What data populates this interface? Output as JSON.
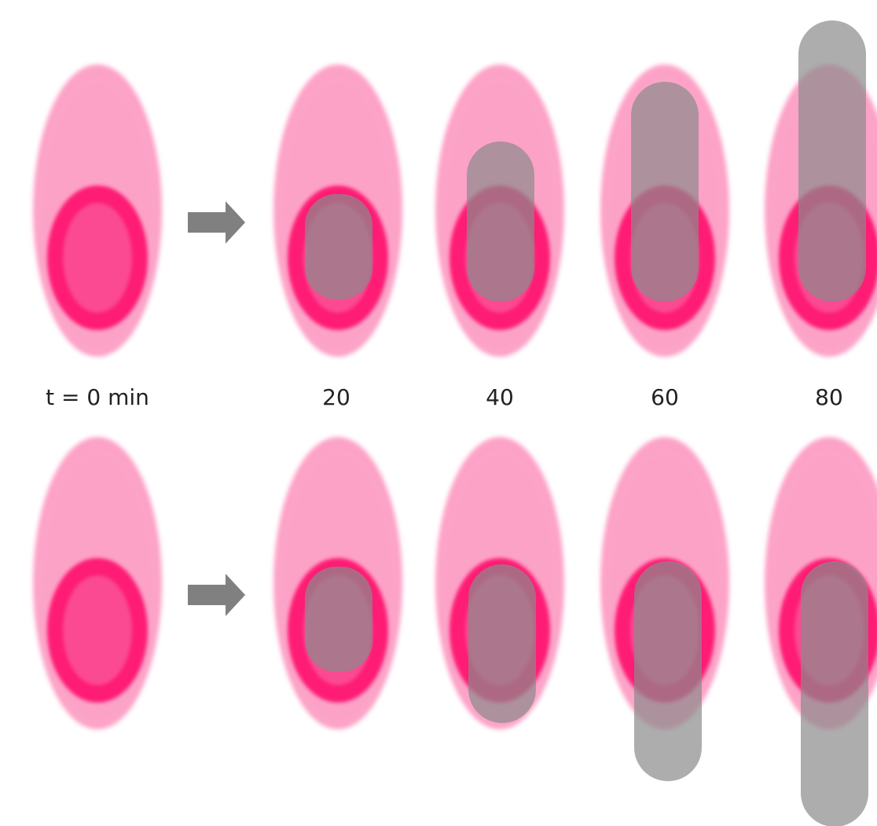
{
  "time_labels": [
    "t = 0 min",
    "20",
    "40",
    "60",
    "80"
  ],
  "colors": {
    "cell_outer": "#fda2c7",
    "cell_ring": "#fe1a74",
    "cell_core": "#fb4a92",
    "overlay": "#8a8a8a",
    "arrow": "#808080"
  }
}
